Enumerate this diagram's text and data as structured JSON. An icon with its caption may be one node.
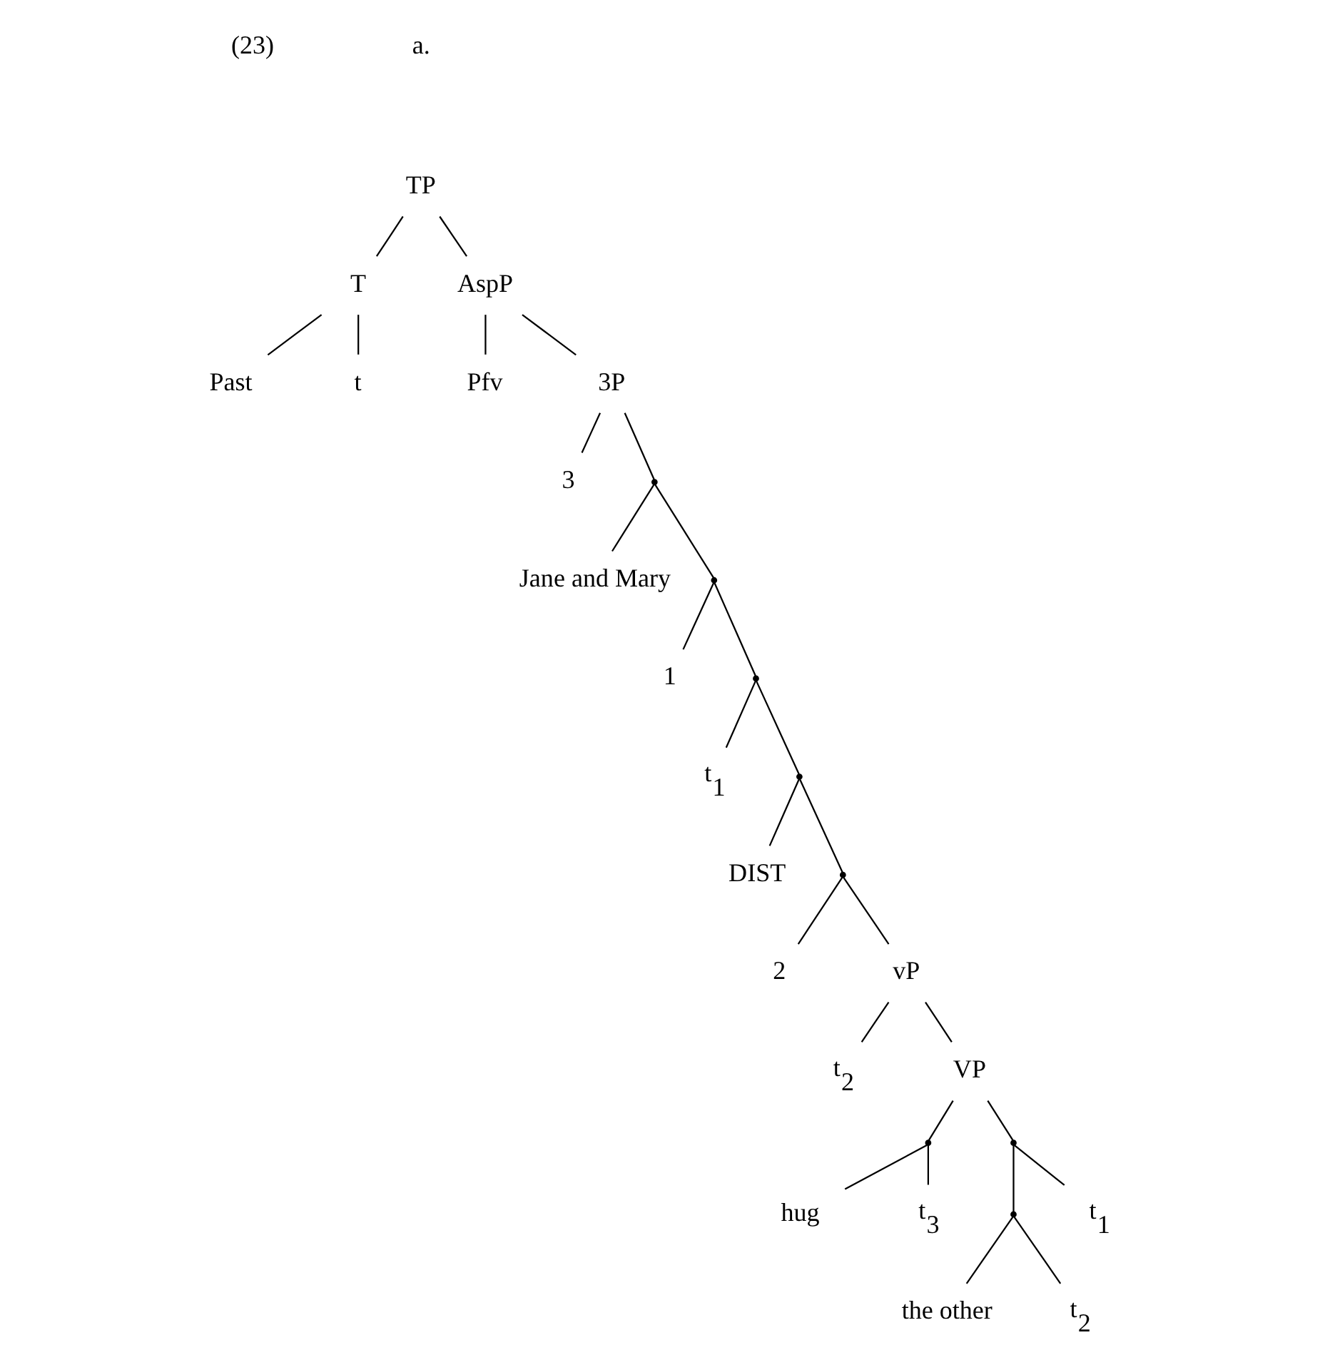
{
  "diagram": {
    "nodes": [
      {
        "text": [
          "TP"
        ]
      },
      {
        "text": [
          "T"
        ]
      },
      {
        "text": [
          "AspP"
        ]
      },
      {
        "text": [
          "Past"
        ]
      },
      {
        "text": [
          "t"
        ]
      },
      {
        "text": [
          "Pfv"
        ]
      },
      {
        "text": [
          "3P"
        ]
      },
      {
        "text": [
          "3"
        ]
      },
      {
        "text": [],
        "shape": "point"
      },
      {
        "text": [
          "Jane and Mary"
        ]
      },
      {
        "text": [],
        "shape": "point"
      },
      {
        "text": [
          "1"
        ]
      },
      {
        "text": [],
        "shape": "point"
      },
      {
        "text": [
          "t$_{1}$"
        ]
      },
      {
        "text": [],
        "shape": "point"
      },
      {
        "text": [
          "DIST"
        ]
      },
      {
        "text": [],
        "shape": "point"
      },
      {
        "text": [
          "2"
        ]
      },
      {
        "text": [
          "vP"
        ]
      },
      {
        "text": [
          "t$_{2}$"
        ]
      },
      {
        "text": [
          "VP"
        ]
      },
      {
        "text": [],
        "shape": "point"
      },
      {
        "text": [],
        "shape": "point"
      },
      {
        "text": [
          "hug"
        ]
      },
      {
        "text": [
          "t$_{3}$"
        ]
      },
      {
        "text": [],
        "shape": "point"
      },
      {
        "text": [
          "t$_{1}$"
        ]
      },
      {
        "text": [
          "the other"
        ]
      },
      {
        "text": [
          "t$_{2}$"
        ]
      }
    ],
    "edges": [
      {
        "from": 0,
        "to": 1,
        "arrow": "none"
      },
      {
        "from": 0,
        "to": 2,
        "arrow": "none"
      },
      {
        "from": 1,
        "to": 3,
        "arrow": "none"
      },
      {
        "from": 1,
        "to": 4,
        "arrow": "none"
      },
      {
        "from": 2,
        "to": 5,
        "arrow": "none"
      },
      {
        "from": 2,
        "to": 6,
        "arrow": "none"
      },
      {
        "from": 6,
        "to": 7,
        "arrow": "none"
      },
      {
        "from": 6,
        "to": 8,
        "arrow": "none"
      },
      {
        "from": 8,
        "to": 9,
        "arrow": "none"
      },
      {
        "from": 8,
        "to": 10,
        "arrow": "none"
      },
      {
        "from": 10,
        "to": 11,
        "arrow": "none"
      },
      {
        "from": 10,
        "to": 12,
        "arrow": "none"
      },
      {
        "from": 12,
        "to": 13,
        "arrow": "none"
      },
      {
        "from": 12,
        "to": 14,
        "arrow": "none"
      },
      {
        "from": 14,
        "to": 15,
        "arrow": "none"
      },
      {
        "from": 14,
        "to": 16,
        "arrow": "none"
      },
      {
        "from": 16,
        "to": 17,
        "arrow": "none"
      },
      {
        "from": 16,
        "to": 18,
        "arrow": "none"
      },
      {
        "from": 18,
        "to": 19,
        "arrow": "none"
      },
      {
        "from": 18,
        "to": 20,
        "arrow": "none"
      },
      {
        "from": 20,
        "to": 21,
        "arrow": "none"
      },
      {
        "from": 20,
        "to": 22,
        "arrow": "none"
      },
      {
        "from": 21,
        "to": 23,
        "arrow": "none"
      },
      {
        "from": 21,
        "to": 24,
        "arrow": "none"
      },
      {
        "from": 22,
        "to": 25,
        "arrow": "none"
      },
      {
        "from": 22,
        "to": 26,
        "arrow": "none"
      },
      {
        "from": 25,
        "to": 27,
        "arrow": "none"
      },
      {
        "from": 25,
        "to": 28,
        "arrow": "none"
      }
    ],
    "labels": [
      "(23)",
      "a."
    ]
  }
}
